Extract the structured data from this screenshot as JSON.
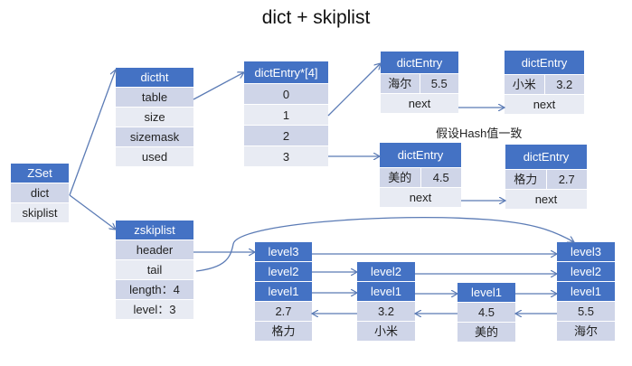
{
  "title": "dict + skiplist",
  "zset": {
    "header": "ZSet",
    "fields": [
      "dict",
      "skiplist"
    ]
  },
  "dictht": {
    "header": "dictht",
    "fields": [
      "table",
      "size",
      "sizemask",
      "used"
    ]
  },
  "table": {
    "header": "dictEntry*[4]",
    "slots": [
      "0",
      "1",
      "2",
      "3"
    ]
  },
  "dict_entries": [
    {
      "header": "dictEntry",
      "key": "海尔",
      "score": "5.5",
      "next": "next"
    },
    {
      "header": "dictEntry",
      "key": "小米",
      "score": "3.2",
      "next": "next"
    },
    {
      "header": "dictEntry",
      "key": "美的",
      "score": "4.5",
      "next": "next"
    },
    {
      "header": "dictEntry",
      "key": "格力",
      "score": "2.7",
      "next": "next"
    }
  ],
  "hash_note": "假设Hash值一致",
  "zskiplist": {
    "header": "zskiplist",
    "fields": [
      "header",
      "tail",
      "length：4",
      "level：3"
    ]
  },
  "skiplist_nodes": [
    {
      "levels": [
        "level3",
        "level2",
        "level1"
      ],
      "score": "2.7",
      "member": "格力"
    },
    {
      "levels": [
        "level2",
        "level1"
      ],
      "score": "3.2",
      "member": "小米"
    },
    {
      "levels": [
        "level1"
      ],
      "score": "4.5",
      "member": "美的"
    },
    {
      "levels": [
        "level3",
        "level2",
        "level1"
      ],
      "score": "5.5",
      "member": "海尔"
    }
  ],
  "colors": {
    "header": "#4472c4",
    "cell_dark": "#cfd5e8",
    "cell_light": "#e8ebf3",
    "arrow": "#5b7bb5"
  }
}
